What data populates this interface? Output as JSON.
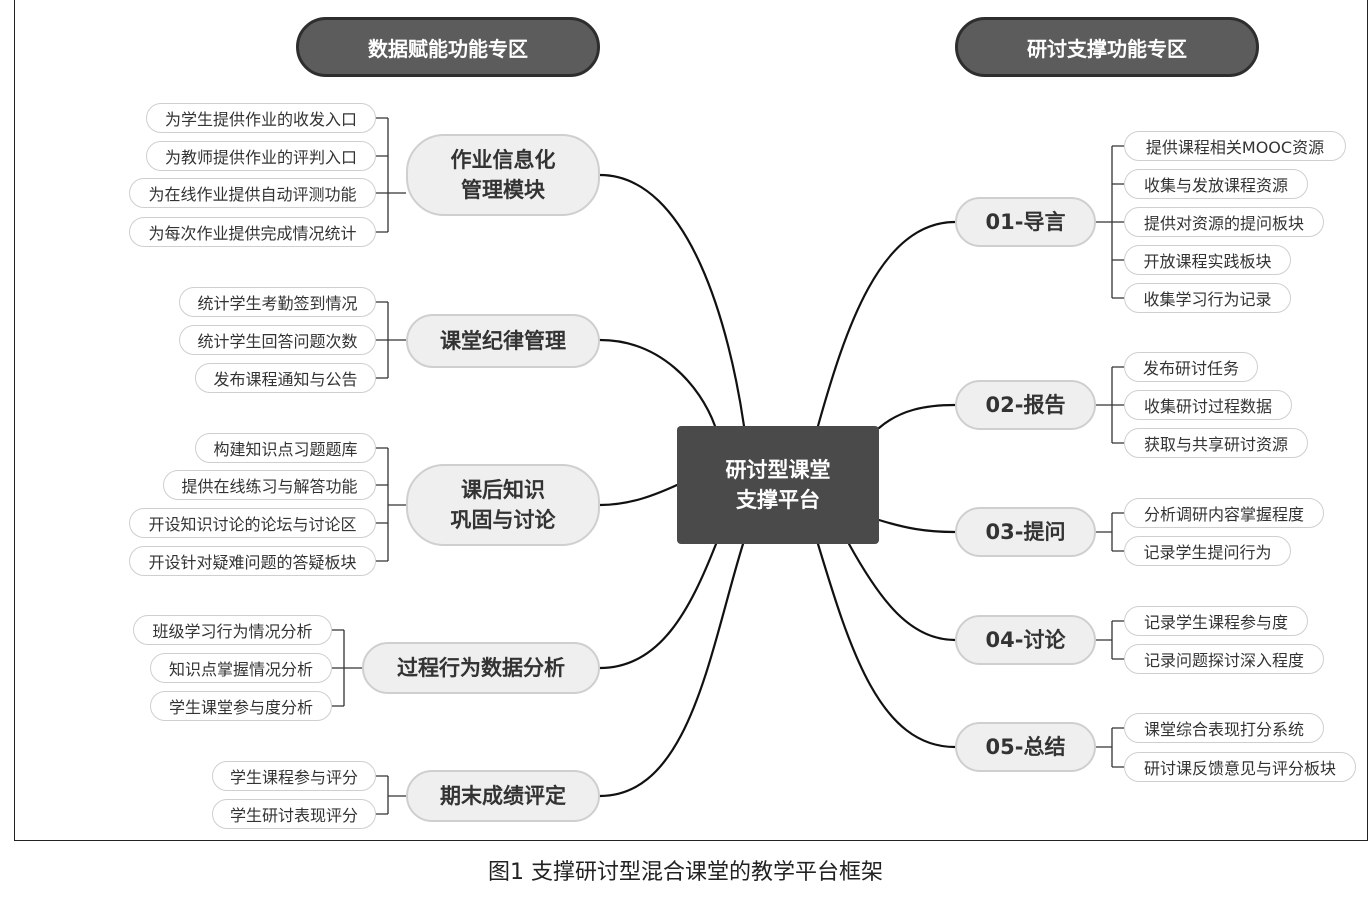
{
  "headers": {
    "left": "数据赋能功能专区",
    "right": "研讨支撑功能专区"
  },
  "center": {
    "line1": "研讨型课堂",
    "line2": "支撑平台"
  },
  "left_modules": [
    {
      "lines": [
        "作业信息化",
        "管理模块"
      ],
      "items": [
        "为学生提供作业的收发入口",
        "为教师提供作业的评判入口",
        "为在线作业提供自动评测功能",
        "为每次作业提供完成情况统计"
      ]
    },
    {
      "lines": [
        "课堂纪律管理"
      ],
      "items": [
        "统计学生考勤签到情况",
        "统计学生回答问题次数",
        "发布课程通知与公告"
      ]
    },
    {
      "lines": [
        "课后知识",
        "巩固与讨论"
      ],
      "items": [
        "构建知识点习题题库",
        "提供在线练习与解答功能",
        "开设知识讨论的论坛与讨论区",
        "开设针对疑难问题的答疑板块"
      ]
    },
    {
      "lines": [
        "过程行为数据分析"
      ],
      "items": [
        "班级学习行为情况分析",
        "知识点掌握情况分析",
        "学生课堂参与度分析"
      ]
    },
    {
      "lines": [
        "期末成绩评定"
      ],
      "items": [
        "学生课程参与评分",
        "学生研讨表现评分"
      ]
    }
  ],
  "right_modules": [
    {
      "label": "01-导言",
      "items": [
        "提供课程相关MOOC资源",
        "收集与发放课程资源",
        "提供对资源的提问板块",
        "开放课程实践板块",
        "收集学习行为记录"
      ]
    },
    {
      "label": "02-报告",
      "items": [
        "发布研讨任务",
        "收集研讨过程数据",
        "获取与共享研讨资源"
      ]
    },
    {
      "label": "03-提问",
      "items": [
        "分析调研内容掌握程度",
        "记录学生提问行为"
      ]
    },
    {
      "label": "04-讨论",
      "items": [
        "记录学生课程参与度",
        "记录问题探讨深入程度"
      ]
    },
    {
      "label": "05-总结",
      "items": [
        "课堂综合表现打分系统",
        "研讨课反馈意见与评分板块"
      ]
    }
  ],
  "caption": "图1  支撑研讨型混合课堂的教学平台框架"
}
